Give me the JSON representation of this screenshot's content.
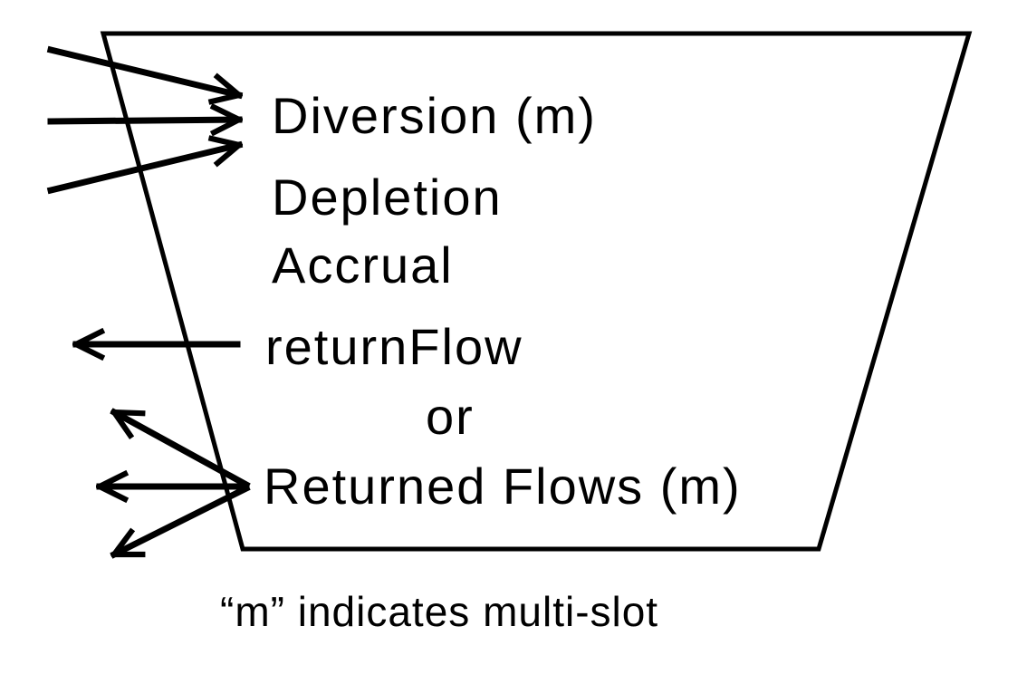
{
  "slots": {
    "diversion": "Diversion (m)",
    "depletion": "Depletion",
    "accrual": "Accrual",
    "return_flow": "returnFlow",
    "or_word": "or",
    "returned_flows": "Returned Flows (m)"
  },
  "caption": "“m” indicates multi-slot",
  "colors": {
    "line": "#000000",
    "background": "#ffffff"
  }
}
